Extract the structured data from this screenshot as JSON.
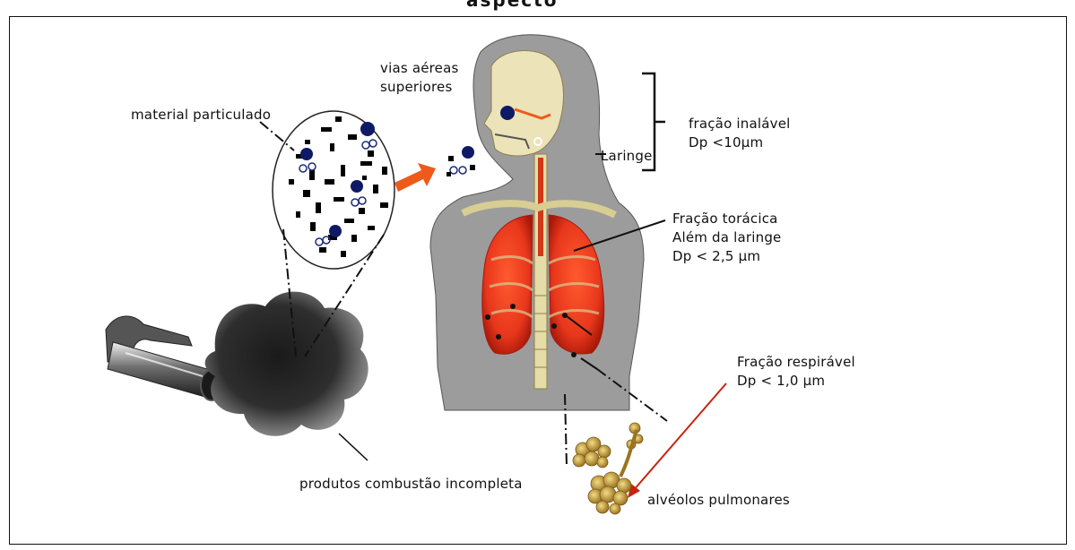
{
  "figure": {
    "top_cut_text": "aspecto",
    "labels": {
      "vias_aereas": [
        "vias aéreas",
        "superiores"
      ],
      "material": "material particulado",
      "inalavel": [
        "fração inalável",
        "Dp <10µm"
      ],
      "laringe": "Laringe",
      "toracica": [
        "Fração torácica",
        "Além da laringe",
        "Dp < 2,5 µm"
      ],
      "respiravel": [
        "Fração respirável",
        "Dp < 1,0 µm"
      ],
      "combustao": "produtos combustão incompleta",
      "alveolos": "alvéolos pulmonares"
    },
    "colors": {
      "lung": "#e8371c",
      "lung_dark": "#b51d0b",
      "skin_panel": "#9c9c9c",
      "bone": "#e6dca8",
      "arrow_orange": "#ee5a1c",
      "arrow_red": "#c8230f",
      "particle": "#0e1a66",
      "alveoli": "#caa23a"
    }
  }
}
